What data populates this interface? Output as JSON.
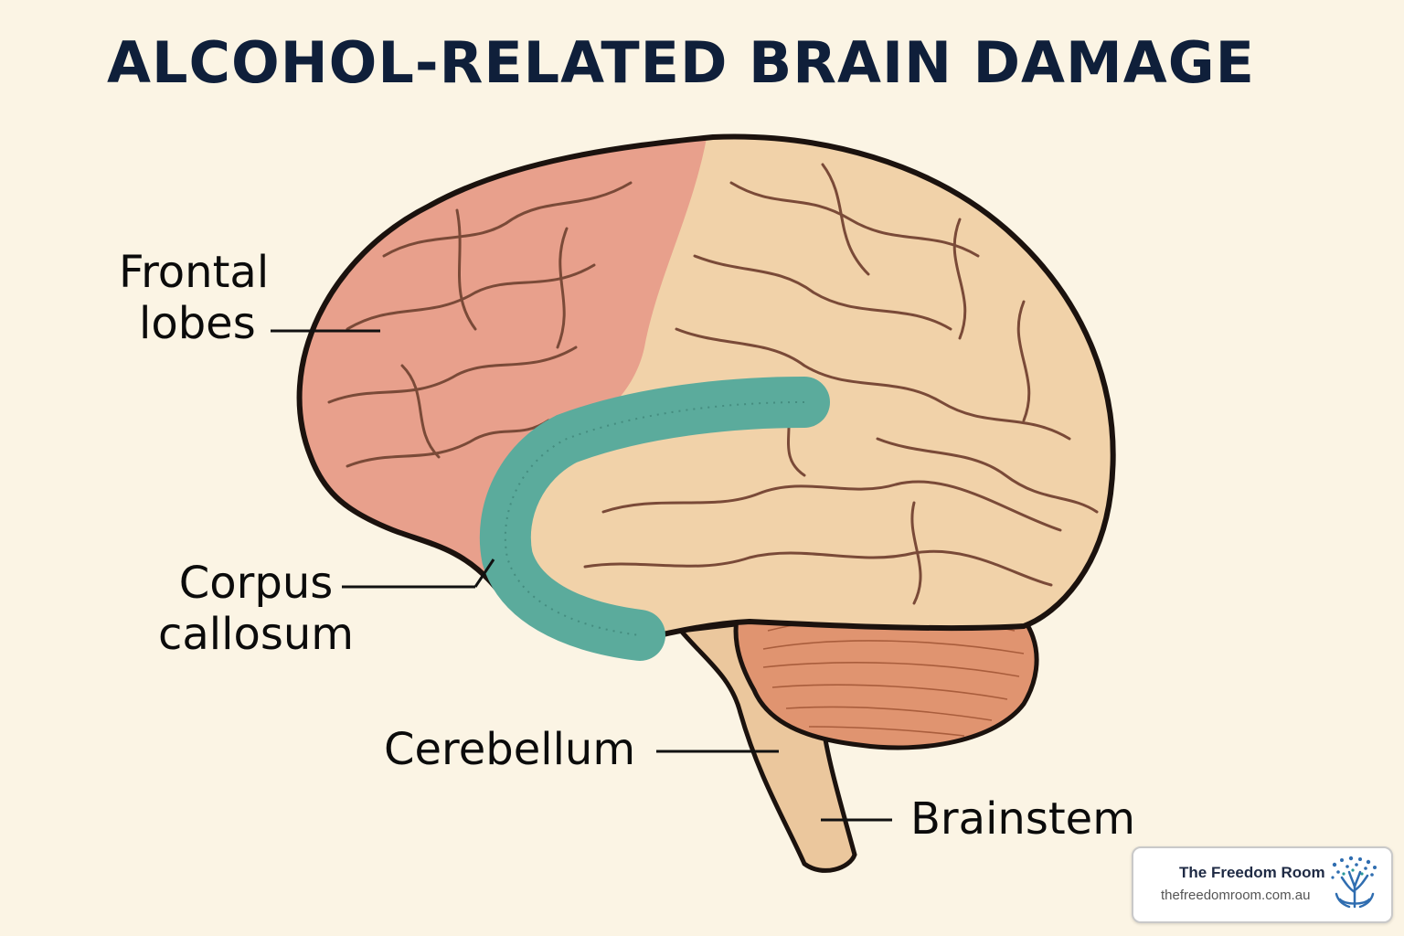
{
  "title": "ALCOHOL-RELATED BRAIN DAMAGE",
  "labels": {
    "frontal_line1": "Frontal",
    "frontal_line2": "lobes",
    "corpus_line1": "Corpus",
    "corpus_line2": "callosum",
    "cerebellum": "Cerebellum",
    "brainstem": "Brainstem"
  },
  "badge": {
    "name": "The Freedom Room",
    "url": "thefreedomroom.com.au",
    "logo_icon": "tree-hands-icon"
  },
  "colors": {
    "background": "#fbf4e4",
    "title": "#0f1f3a",
    "frontal_lobe": "#e8a08c",
    "brain_body": "#f1d2a9",
    "corpus_callosum": "#5bab9c",
    "cerebellum": "#e09470",
    "brainstem": "#ebc79d",
    "outline": "#1b120e"
  }
}
